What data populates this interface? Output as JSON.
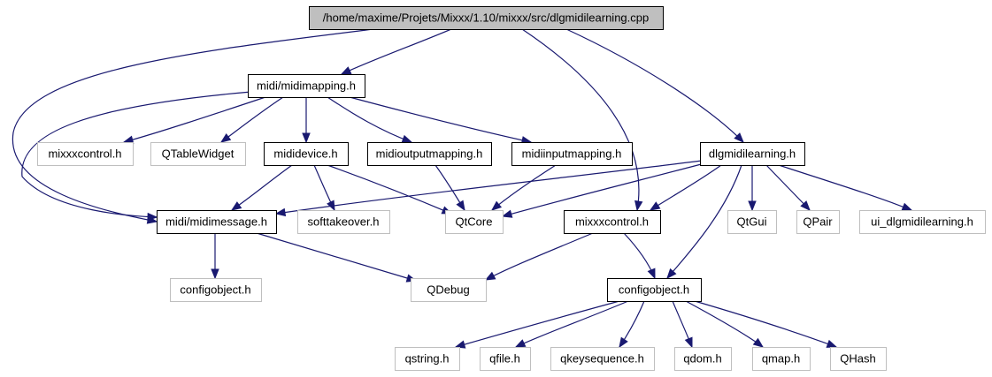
{
  "colors": {
    "background": "#ffffff",
    "edge": "#191970",
    "root_fill": "#bfbfbf",
    "node_fill": "#ffffff",
    "documented_border": "#000000",
    "external_border": "#bfbfbf",
    "text": "#000000"
  },
  "nodes": [
    {
      "id": "root",
      "label": "/home/maxime/Projets/Mixxx/1.10/mixxx/src/dlgmidilearning.cpp",
      "kind": "root"
    },
    {
      "id": "midimapping",
      "label": "midi/midimapping.h",
      "kind": "documented"
    },
    {
      "id": "dlgmidilearning_h",
      "label": "dlgmidilearning.h",
      "kind": "documented"
    },
    {
      "id": "mixxxcontrol_ext",
      "label": "mixxxcontrol.h",
      "kind": "external"
    },
    {
      "id": "qtablewidget",
      "label": "QTableWidget",
      "kind": "external"
    },
    {
      "id": "midedevice",
      "label": "mididevice.h",
      "kind": "documented"
    },
    {
      "id": "midioutputmapping",
      "label": "midioutputmapping.h",
      "kind": "documented"
    },
    {
      "id": "midiinputmapping",
      "label": "midiinputmapping.h",
      "kind": "documented"
    },
    {
      "id": "midimessage",
      "label": "midi/midimessage.h",
      "kind": "documented"
    },
    {
      "id": "softtakeover",
      "label": "softtakeover.h",
      "kind": "external"
    },
    {
      "id": "qtcore",
      "label": "QtCore",
      "kind": "external"
    },
    {
      "id": "mixxxcontrol_doc",
      "label": "mixxxcontrol.h",
      "kind": "documented"
    },
    {
      "id": "qtgui",
      "label": "QtGui",
      "kind": "external"
    },
    {
      "id": "qpair",
      "label": "QPair",
      "kind": "external"
    },
    {
      "id": "ui_dlgmidilearning",
      "label": "ui_dlgmidilearning.h",
      "kind": "external"
    },
    {
      "id": "configobject_ext",
      "label": "configobject.h",
      "kind": "external"
    },
    {
      "id": "qdebug",
      "label": "QDebug",
      "kind": "external"
    },
    {
      "id": "configobject_doc",
      "label": "configobject.h",
      "kind": "documented"
    },
    {
      "id": "qstring",
      "label": "qstring.h",
      "kind": "external"
    },
    {
      "id": "qfile",
      "label": "qfile.h",
      "kind": "external"
    },
    {
      "id": "qkeysequence",
      "label": "qkeysequence.h",
      "kind": "external"
    },
    {
      "id": "qdom",
      "label": "qdom.h",
      "kind": "external"
    },
    {
      "id": "qmap",
      "label": "qmap.h",
      "kind": "external"
    },
    {
      "id": "qhash",
      "label": "QHash",
      "kind": "external"
    }
  ],
  "edges": [
    {
      "from": "root",
      "to": "midimapping"
    },
    {
      "from": "root",
      "to": "midimessage"
    },
    {
      "from": "root",
      "to": "mixxxcontrol_doc"
    },
    {
      "from": "root",
      "to": "dlgmidilearning_h"
    },
    {
      "from": "midimapping",
      "to": "mixxxcontrol_ext"
    },
    {
      "from": "midimapping",
      "to": "qtablewidget"
    },
    {
      "from": "midimapping",
      "to": "midedevice"
    },
    {
      "from": "midimapping",
      "to": "midioutputmapping"
    },
    {
      "from": "midimapping",
      "to": "midiinputmapping"
    },
    {
      "from": "midimapping",
      "to": "midimessage"
    },
    {
      "from": "midedevice",
      "to": "midimessage"
    },
    {
      "from": "midedevice",
      "to": "softtakeover"
    },
    {
      "from": "midedevice",
      "to": "qtcore"
    },
    {
      "from": "midioutputmapping",
      "to": "qtcore"
    },
    {
      "from": "midiinputmapping",
      "to": "qtcore"
    },
    {
      "from": "dlgmidilearning_h",
      "to": "midimessage"
    },
    {
      "from": "dlgmidilearning_h",
      "to": "qtcore"
    },
    {
      "from": "dlgmidilearning_h",
      "to": "mixxxcontrol_doc"
    },
    {
      "from": "dlgmidilearning_h",
      "to": "configobject_doc"
    },
    {
      "from": "dlgmidilearning_h",
      "to": "qtgui"
    },
    {
      "from": "dlgmidilearning_h",
      "to": "qpair"
    },
    {
      "from": "dlgmidilearning_h",
      "to": "ui_dlgmidilearning"
    },
    {
      "from": "midimessage",
      "to": "configobject_ext"
    },
    {
      "from": "midimessage",
      "to": "qdebug"
    },
    {
      "from": "mixxxcontrol_doc",
      "to": "qdebug"
    },
    {
      "from": "mixxxcontrol_doc",
      "to": "configobject_doc"
    },
    {
      "from": "configobject_doc",
      "to": "qstring"
    },
    {
      "from": "configobject_doc",
      "to": "qfile"
    },
    {
      "from": "configobject_doc",
      "to": "qkeysequence"
    },
    {
      "from": "configobject_doc",
      "to": "qdom"
    },
    {
      "from": "configobject_doc",
      "to": "qmap"
    },
    {
      "from": "configobject_doc",
      "to": "qhash"
    }
  ]
}
